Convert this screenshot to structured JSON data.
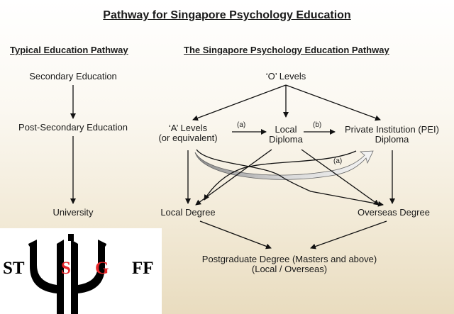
{
  "title": "Pathway for Singapore Psychology Education",
  "typical": {
    "heading": "Typical Education Pathway",
    "secondary": "Secondary Education",
    "post_secondary": "Post-Secondary Education",
    "university": "University"
  },
  "singapore": {
    "heading": "The Singapore Psychology Education Pathway",
    "o_levels": "‘O’ Levels",
    "a_levels_line1": "‘A’ Levels",
    "a_levels_line2": "(or equivalent)",
    "local_diploma_line1": "Local",
    "local_diploma_line2": "Diploma",
    "pei_line1": "Private Institution (PEI)",
    "pei_line2": "Diploma",
    "local_degree": "Local Degree",
    "overseas_degree": "Overseas Degree",
    "postgrad_line1": "Postgraduate Degree (Masters and above)",
    "postgrad_line2": "(Local / Overseas)",
    "label_a": "(a)",
    "label_b": "(b)",
    "label_a2": "(a)"
  },
  "logo": {
    "letters_left": "ST",
    "letters_s": "S",
    "letters_g": "G",
    "letters_right": "FF",
    "accent_color": "#e8262a",
    "psi_color": "#000000"
  }
}
